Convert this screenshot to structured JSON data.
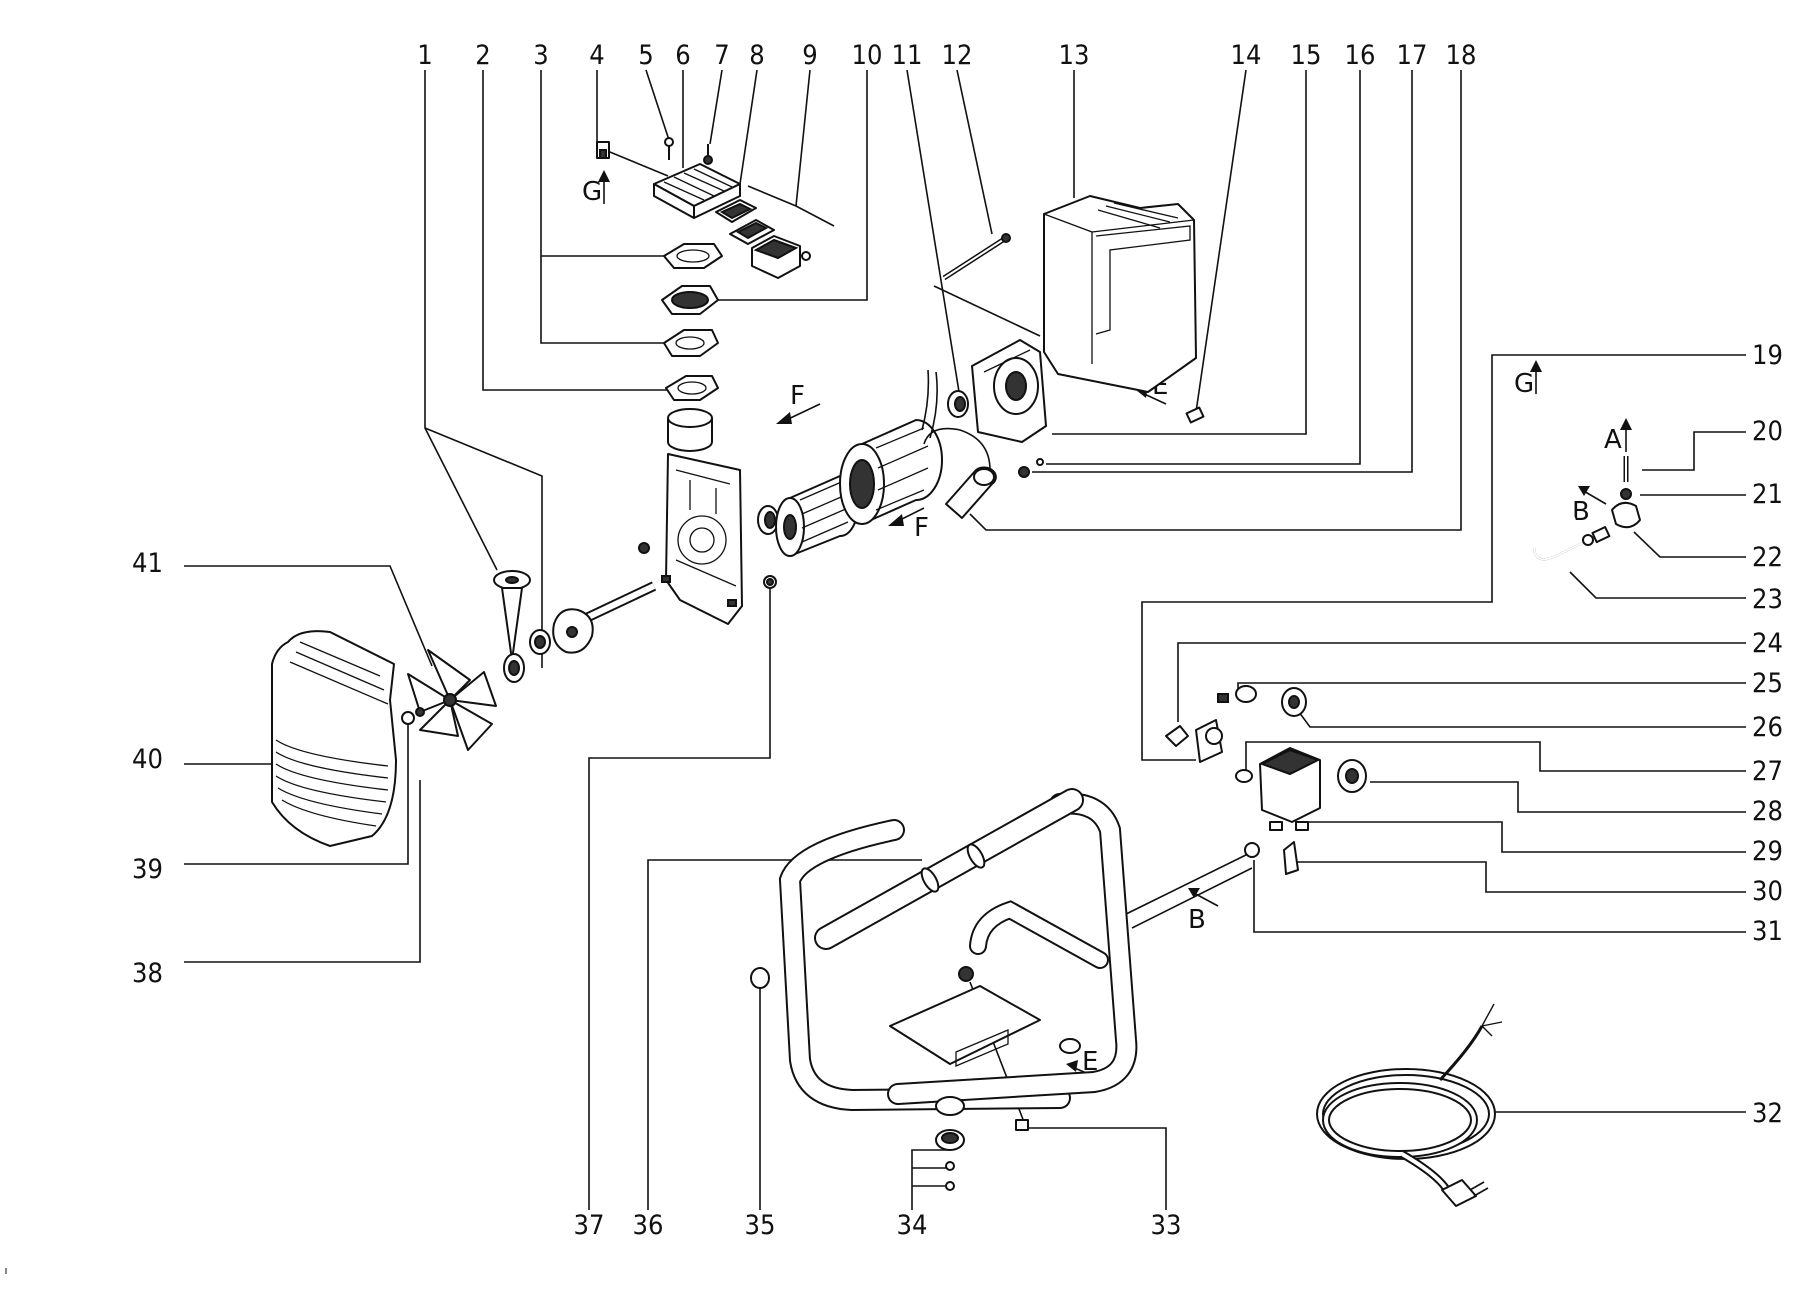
{
  "diagram": {
    "part_labels": [
      "1",
      "2",
      "3",
      "4",
      "5",
      "6",
      "7",
      "8",
      "9",
      "10",
      "11",
      "12",
      "13",
      "14",
      "15",
      "16",
      "17",
      "18",
      "19",
      "20",
      "21",
      "22",
      "23",
      "24",
      "25",
      "26",
      "27",
      "28",
      "29",
      "30",
      "31",
      "32",
      "33",
      "34",
      "35",
      "36",
      "37",
      "38",
      "39",
      "40",
      "41"
    ],
    "direction_labels": {
      "G_top": "G",
      "F_upper": "F",
      "F_lower": "F",
      "E_motor": "E",
      "E_frame": "E",
      "G_pipe": "G",
      "A": "A",
      "B_pipe": "B",
      "B_frame": "B"
    }
  }
}
